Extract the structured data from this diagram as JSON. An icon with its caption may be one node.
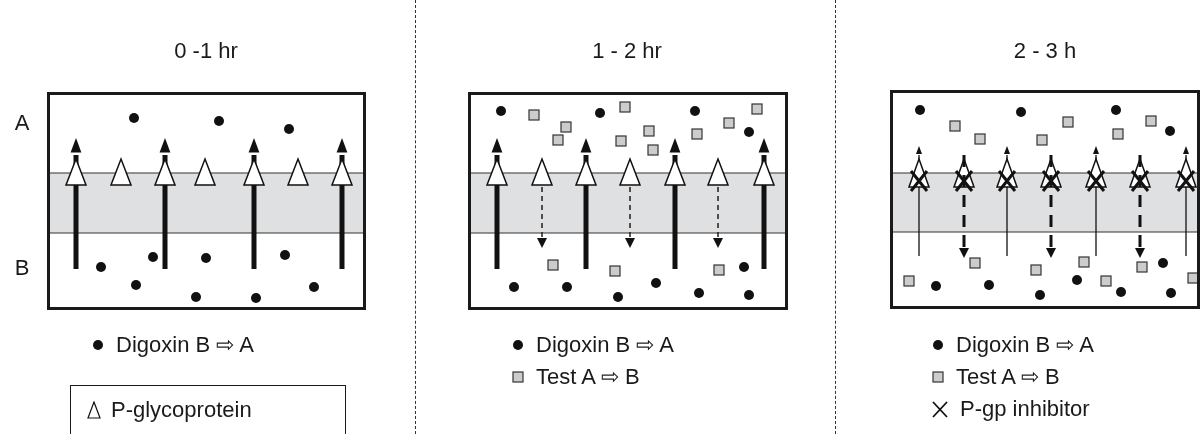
{
  "diagram": {
    "nodes": [
      {
        "text": [],
        "shape": "box",
        "beside": [
          "0 -1 hr",
          "A",
          "B"
        ]
      },
      {
        "text": [],
        "shape": "box",
        "beside": [
          "1 - 2 hr"
        ]
      },
      {
        "text": [],
        "shape": "box",
        "beside": [
          "2 - 3 h"
        ]
      }
    ],
    "legend": [
      {
        "text": "Digoxin B ⇨ A"
      },
      {
        "text": "P-glycoprotein"
      },
      {
        "text": "Digoxin B ⇨ A"
      },
      {
        "text": "Test A ⇨ B"
      },
      {
        "text": "Digoxin B ⇨ A"
      },
      {
        "text": "Test A ⇨ B"
      },
      {
        "text": "P-gp inhibitor"
      }
    ]
  }
}
